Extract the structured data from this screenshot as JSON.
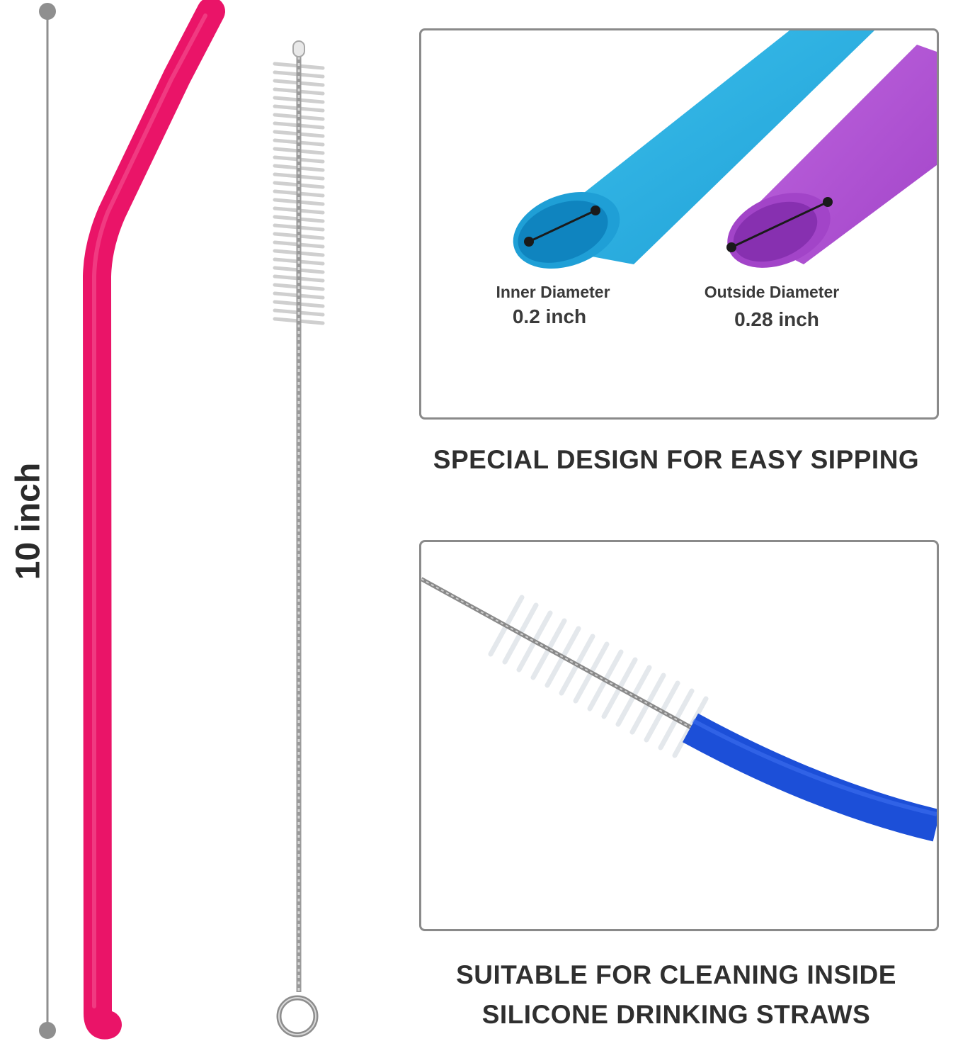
{
  "height_label": "10 inch",
  "measure": {
    "inner_label": "Inner Diameter",
    "inner_value": "0.2 inch",
    "outer_label": "Outside Diameter",
    "outer_value": "0.28 inch"
  },
  "captions": {
    "top": "SPECIAL DESIGN FOR EASY SIPPING",
    "bottom_line1": "SUITABLE FOR CLEANING INSIDE",
    "bottom_line2": "SILICONE DRINKING STRAWS"
  },
  "colors": {
    "pink_straw": "#ea1468",
    "blue_straw": "#2aaee0",
    "purple_straw": "#b04fd2",
    "dark_blue_straw": "#1c4fd8",
    "frame": "#8a8a8a"
  }
}
